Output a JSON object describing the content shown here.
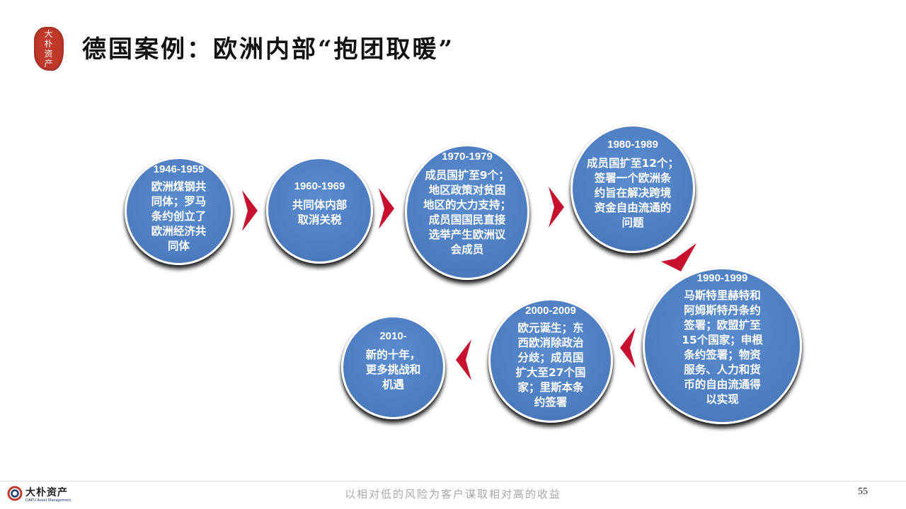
{
  "header": {
    "logo_text": [
      "大",
      "朴",
      "资",
      "产"
    ],
    "title": "德国案例：欧洲内部“抱团取暖”"
  },
  "timeline": [
    {
      "year": "1946-1959",
      "desc": "欧洲煤钢共\n同体；罗马\n条约创立了\n欧洲经济共\n同体"
    },
    {
      "year": "1960-1969",
      "desc": "共同体内部\n取消关税"
    },
    {
      "year": "1970-1979",
      "desc": "成员国扩至9个；\n地区政策对贫困\n地区的大力支持；\n成员国国民直接\n选举产生欧洲议\n会成员"
    },
    {
      "year": "1980-1989",
      "desc": "成员国扩至12个；\n签署一个欧洲条\n约旨在解决跨境\n资金自由流通的\n问题"
    },
    {
      "year": "1990-1999",
      "desc": "马斯特里赫特和\n阿姆斯特丹条约\n签署；欧盟扩至\n15个国家；申根\n条约签署；物资\n服务、人力和货\n币的自由流通得\n以实现"
    },
    {
      "year": "2000-2009",
      "desc": "欧元诞生；东\n西欧消除政治\n分歧；成员国\n扩大至27个国\n家；里斯本条\n约签署"
    },
    {
      "year": "2010-",
      "desc": "新的十年，\n更多挑战和\n机遇"
    }
  ],
  "colors": {
    "node_fill": "#4f7fc2",
    "node_border": "#ffffff",
    "arrow": "#c8102e",
    "logo_red": "#c0392b"
  },
  "footer": {
    "logo_name": "大朴资产",
    "logo_en": "DAPU Asset Management",
    "slogan": "以相对低的风险为客户谋取相对高的收益",
    "page_number": "55"
  }
}
